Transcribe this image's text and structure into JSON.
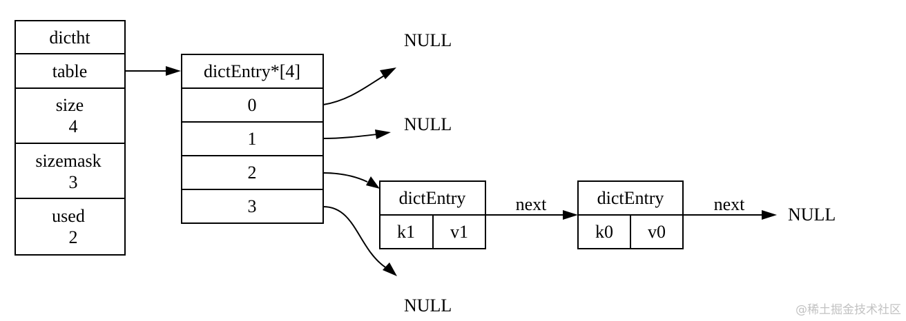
{
  "dictht": {
    "title": "dictht",
    "table": "table",
    "size_label": "size",
    "size_value": "4",
    "sizemask_label": "sizemask",
    "sizemask_value": "3",
    "used_label": "used",
    "used_value": "2"
  },
  "entry_array": {
    "title": "dictEntry*[4]",
    "slots": [
      "0",
      "1",
      "2",
      "3"
    ]
  },
  "null_label": "NULL",
  "entry_a": {
    "title": "dictEntry",
    "key": "k1",
    "value": "v1"
  },
  "entry_b": {
    "title": "dictEntry",
    "key": "k0",
    "value": "v0"
  },
  "next_label": "next",
  "watermark": "@稀土掘金技术社区"
}
